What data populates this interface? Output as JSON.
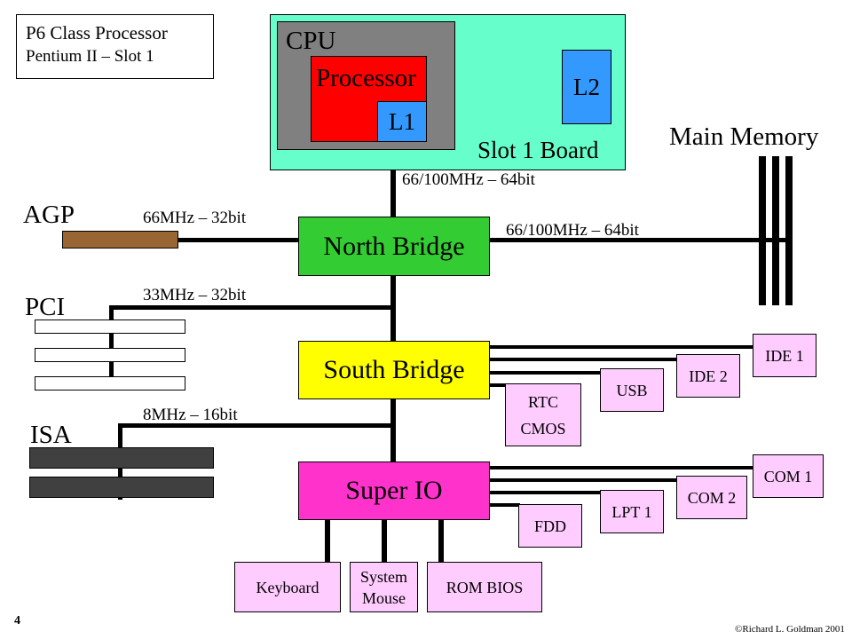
{
  "title_box": {
    "line1": "P6 Class Processor",
    "line2": "Pentium II – Slot 1"
  },
  "slot": {
    "cpu": "CPU",
    "processor": "Processor",
    "l1": "L1",
    "l2": "L2",
    "board": "Slot 1 Board"
  },
  "buses": {
    "cpu_bus": "66/100MHz – 64bit",
    "agp": "66MHz – 32bit",
    "memory": "66/100MHz – 64bit",
    "pci": "33MHz – 32bit",
    "isa": "8MHz – 16bit"
  },
  "labels": {
    "agp": "AGP",
    "pci": "PCI",
    "isa": "ISA",
    "main_memory": "Main Memory"
  },
  "bridges": {
    "north": "North Bridge",
    "south": "South Bridge",
    "superio": "Super IO"
  },
  "south_devices": {
    "ide1": "IDE 1",
    "ide2": "IDE 2",
    "usb": "USB",
    "rtc": "RTC",
    "cmos": "CMOS"
  },
  "superio_devices": {
    "com1": "COM 1",
    "com2": "COM 2",
    "lpt1": "LPT 1",
    "fdd": "FDD"
  },
  "bottom_devices": {
    "keyboard": "Keyboard",
    "mouse1": "System",
    "mouse2": "Mouse",
    "rombios": "ROM BIOS"
  },
  "footer": {
    "page": "4",
    "copyright": "©Richard L. Goldman 2001"
  },
  "colors": {
    "slot_board": "#66ffcc",
    "cpu": "#808080",
    "processor": "#ff0000",
    "cache": "#3399ff",
    "north": "#33cc33",
    "south": "#ffff00",
    "superio": "#ff33cc",
    "chip": "#ffccff",
    "agp_card": "#996633",
    "isa_slot": "#404040"
  }
}
